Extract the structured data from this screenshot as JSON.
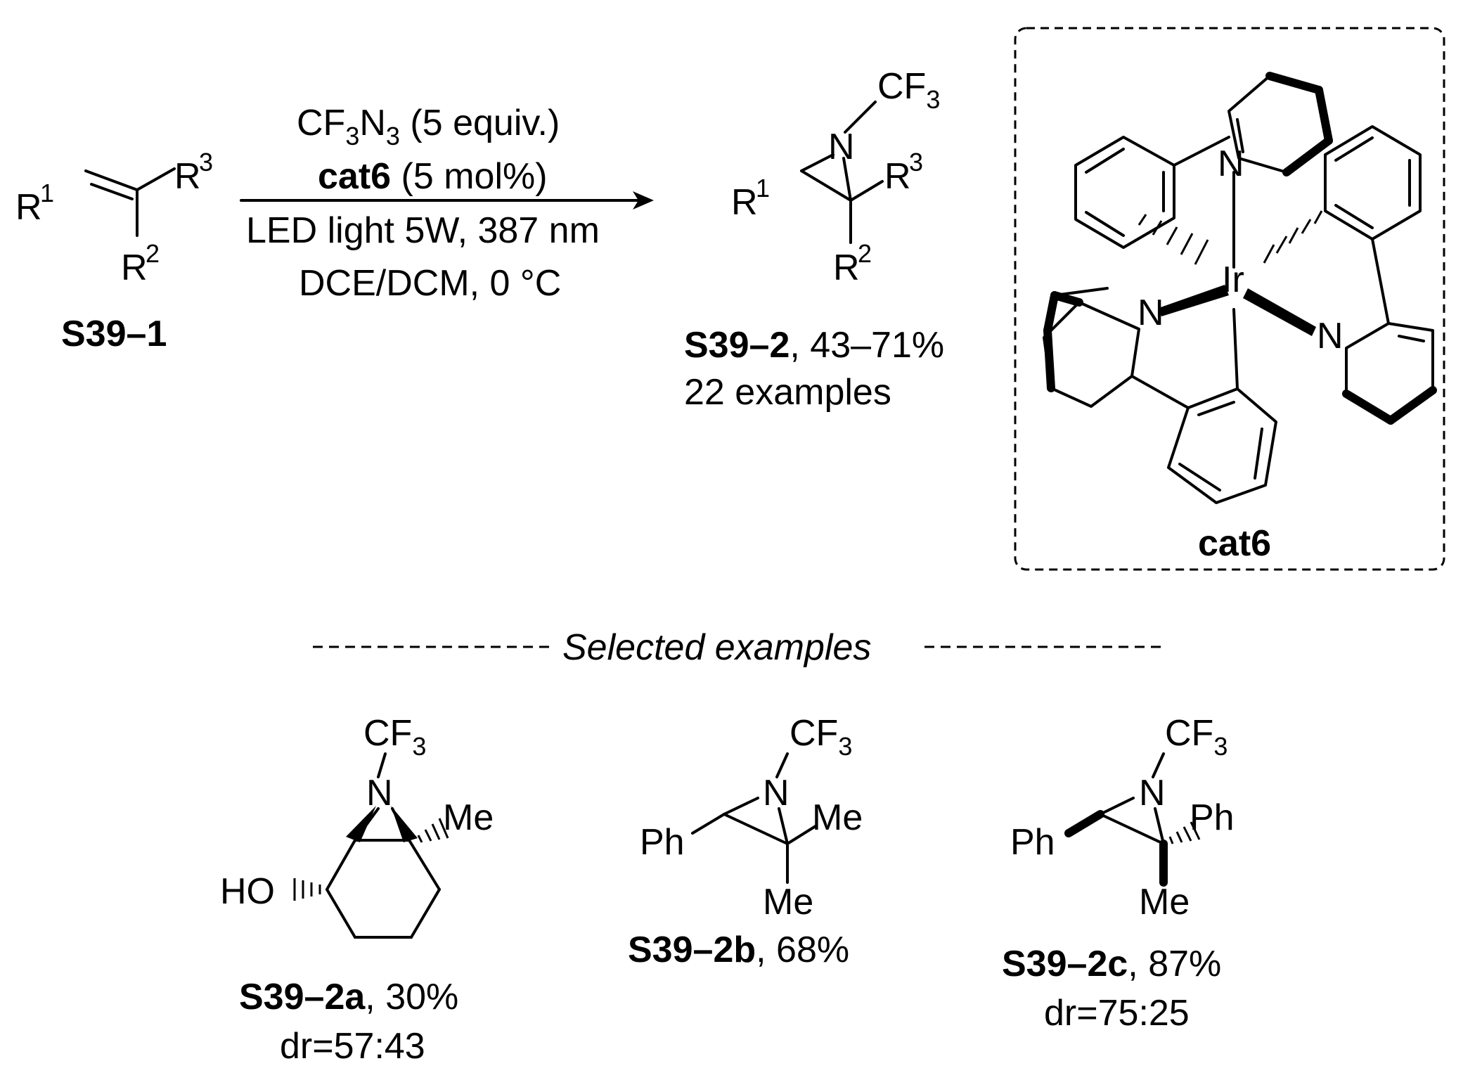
{
  "reactant": {
    "r1": "R",
    "r1_sup": "1",
    "r2": "R",
    "r2_sup": "2",
    "r3": "R",
    "r3_sup": "3",
    "label": "S39–1"
  },
  "conditions": {
    "line1_cf": "CF",
    "line1_sub3a": "3",
    "line1_n": "N",
    "line1_sub3b": "3",
    "line1_rest": " (5 equiv.)",
    "line2_bold": "cat6",
    "line2_rest": " (5 mol%)",
    "line3": "LED light 5W, 387 nm",
    "line4": "DCE/DCM, 0 °C"
  },
  "product": {
    "n": "N",
    "cf": "CF",
    "cf_sub": "3",
    "r1": "R",
    "r1_sup": "1",
    "r2": "R",
    "r2_sup": "2",
    "r3": "R",
    "r3_sup": "3",
    "label": "S39–2",
    "yield": ", 43–71%",
    "examples": "22 examples"
  },
  "catalyst": {
    "ir": "Ir",
    "n_top": "N",
    "n_left": "N",
    "n_right": "N",
    "label": "cat6"
  },
  "selected_header": "Selected examples",
  "examples": [
    {
      "label": "S39–2a",
      "yield": ", 30%",
      "dr": "dr=57:43",
      "cf": "CF",
      "cf_sub": "3",
      "n": "N",
      "me": "Me",
      "ho": "HO"
    },
    {
      "label": "S39–2b",
      "yield": ", 68%",
      "cf": "CF",
      "cf_sub": "3",
      "n": "N",
      "me1": "Me",
      "me2": "Me",
      "ph": "Ph"
    },
    {
      "label": "S39–2c",
      "yield": ", 87%",
      "dr": "dr=75:25",
      "cf": "CF",
      "cf_sub": "3",
      "n": "N",
      "ph1": "Ph",
      "ph2": "Ph",
      "me": "Me"
    }
  ]
}
